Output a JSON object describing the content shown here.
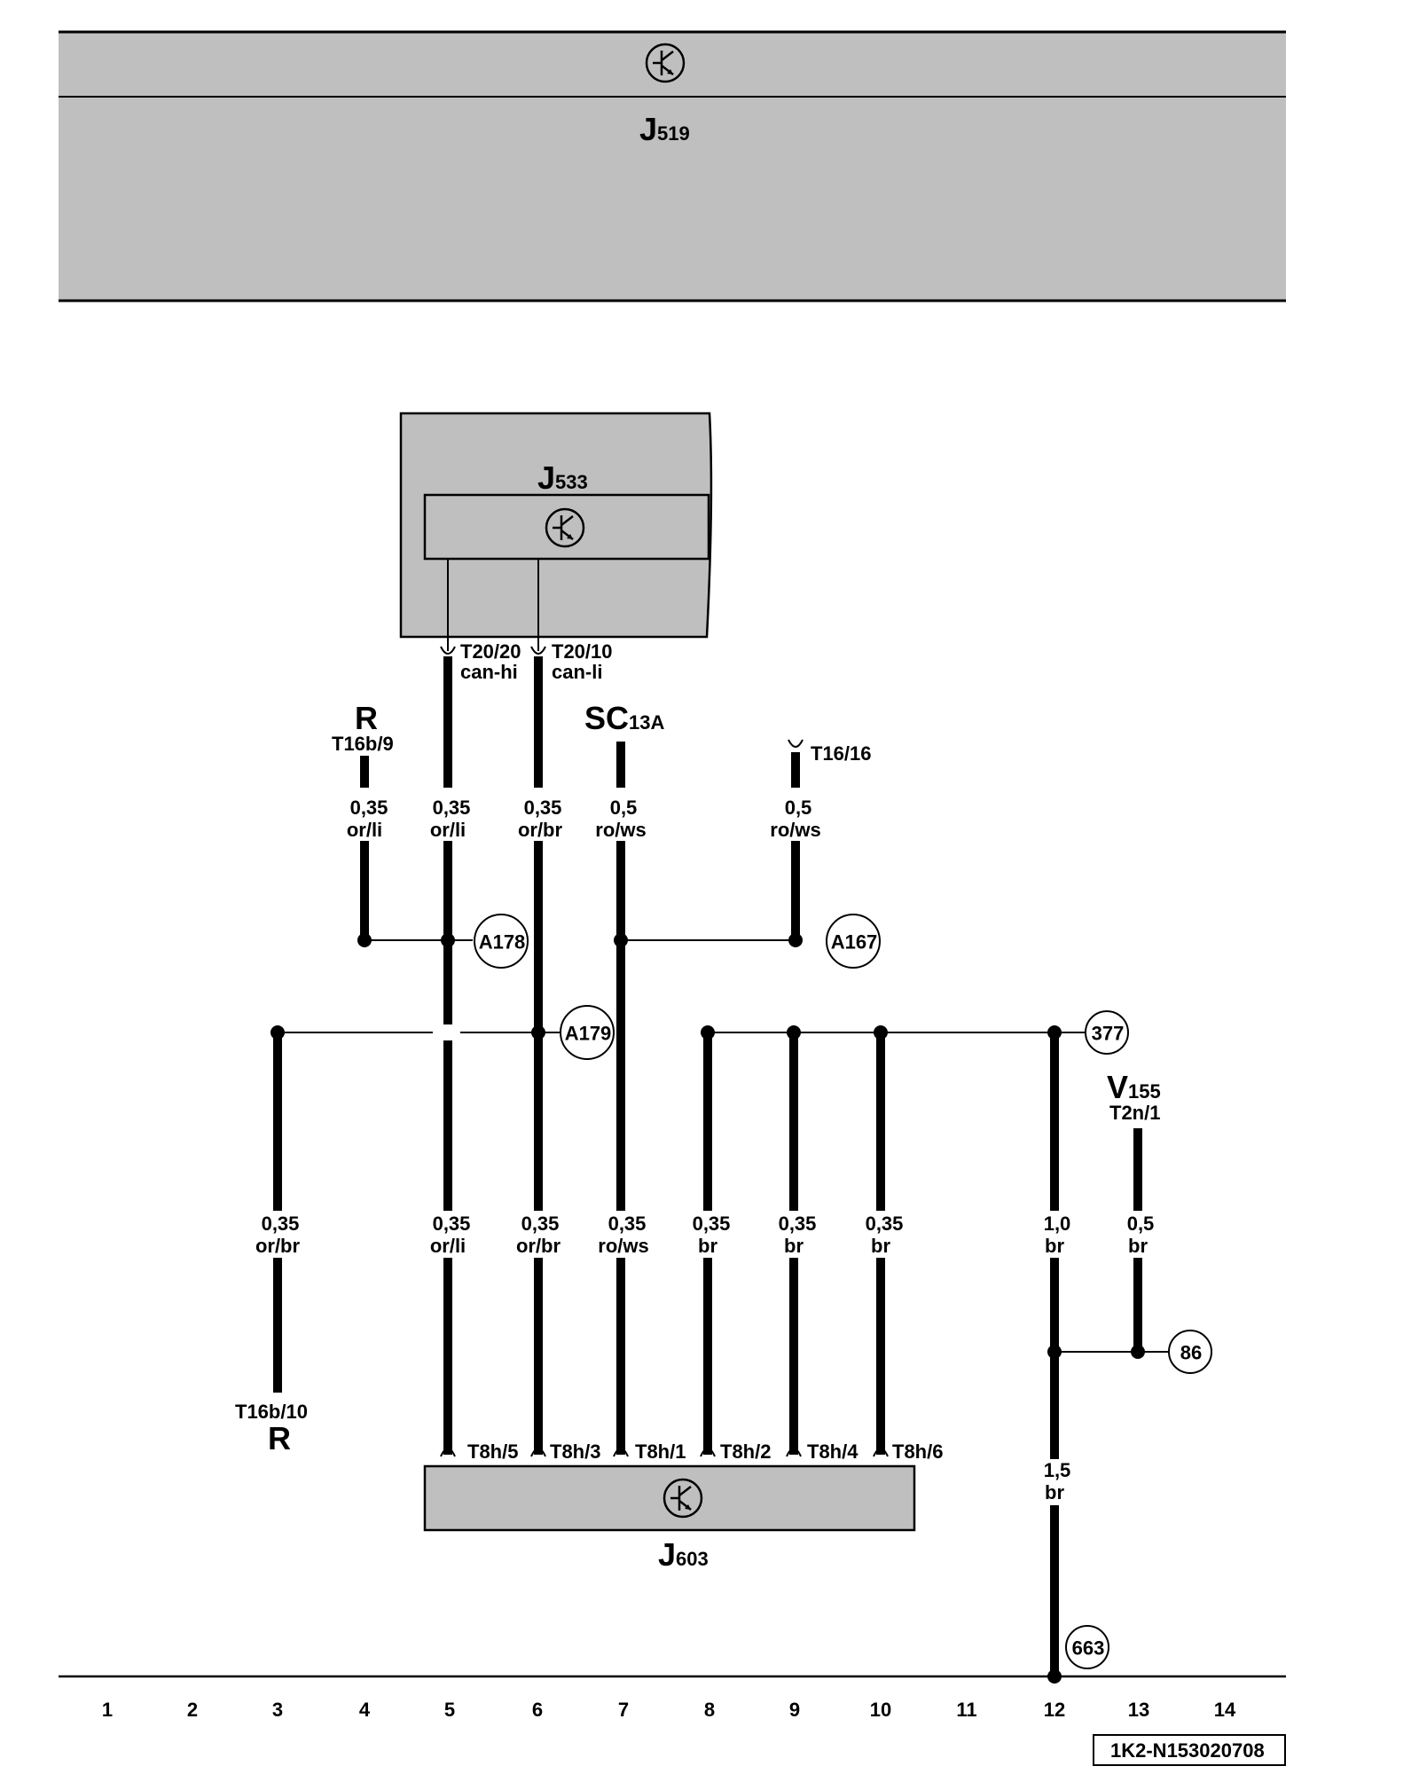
{
  "components": {
    "j519": {
      "letter": "J",
      "sub": "519"
    },
    "j533": {
      "letter": "J",
      "sub": "533"
    },
    "j603": {
      "letter": "J",
      "sub": "603"
    }
  },
  "connectors": {
    "r_top": {
      "letter": "R",
      "pin": "T16b/9"
    },
    "r_bottom": {
      "letter": "R",
      "pin": "T16b/10"
    },
    "sc": {
      "letter": "SC",
      "sub": "13A"
    },
    "v155": {
      "letter": "V",
      "sub": "155",
      "pin": "T2n/1"
    },
    "t16_16": {
      "pin": "T16/16"
    }
  },
  "j533_pins": [
    {
      "pin": "T20/20",
      "signal": "can-hi"
    },
    {
      "pin": "T20/10",
      "signal": "can-li"
    }
  ],
  "j603_pins": [
    "T8h/5",
    "T8h/3",
    "T8h/1",
    "T8h/2",
    "T8h/4",
    "T8h/6"
  ],
  "wire_labels_top": [
    {
      "size": "0,35",
      "color": "or/li"
    },
    {
      "size": "0,35",
      "color": "or/li"
    },
    {
      "size": "0,35",
      "color": "or/br"
    },
    {
      "size": "0,5",
      "color": "ro/ws"
    },
    {
      "size": "0,5",
      "color": "ro/ws"
    }
  ],
  "wire_labels_bottom": [
    {
      "size": "0,35",
      "color": "or/br"
    },
    {
      "size": "0,35",
      "color": "or/li"
    },
    {
      "size": "0,35",
      "color": "or/br"
    },
    {
      "size": "0,35",
      "color": "ro/ws"
    },
    {
      "size": "0,35",
      "color": "br"
    },
    {
      "size": "0,35",
      "color": "br"
    },
    {
      "size": "0,35",
      "color": "br"
    },
    {
      "size": "1,0",
      "color": "br"
    },
    {
      "size": "0,5",
      "color": "br"
    }
  ],
  "wire_label_ground": {
    "size": "1,5",
    "color": "br"
  },
  "nodes": [
    "A178",
    "A167",
    "A179",
    "377",
    "86",
    "663"
  ],
  "columns": [
    "1",
    "2",
    "3",
    "4",
    "5",
    "6",
    "7",
    "8",
    "9",
    "10",
    "11",
    "12",
    "13",
    "14"
  ],
  "reference_code": "1K2-N153020708"
}
